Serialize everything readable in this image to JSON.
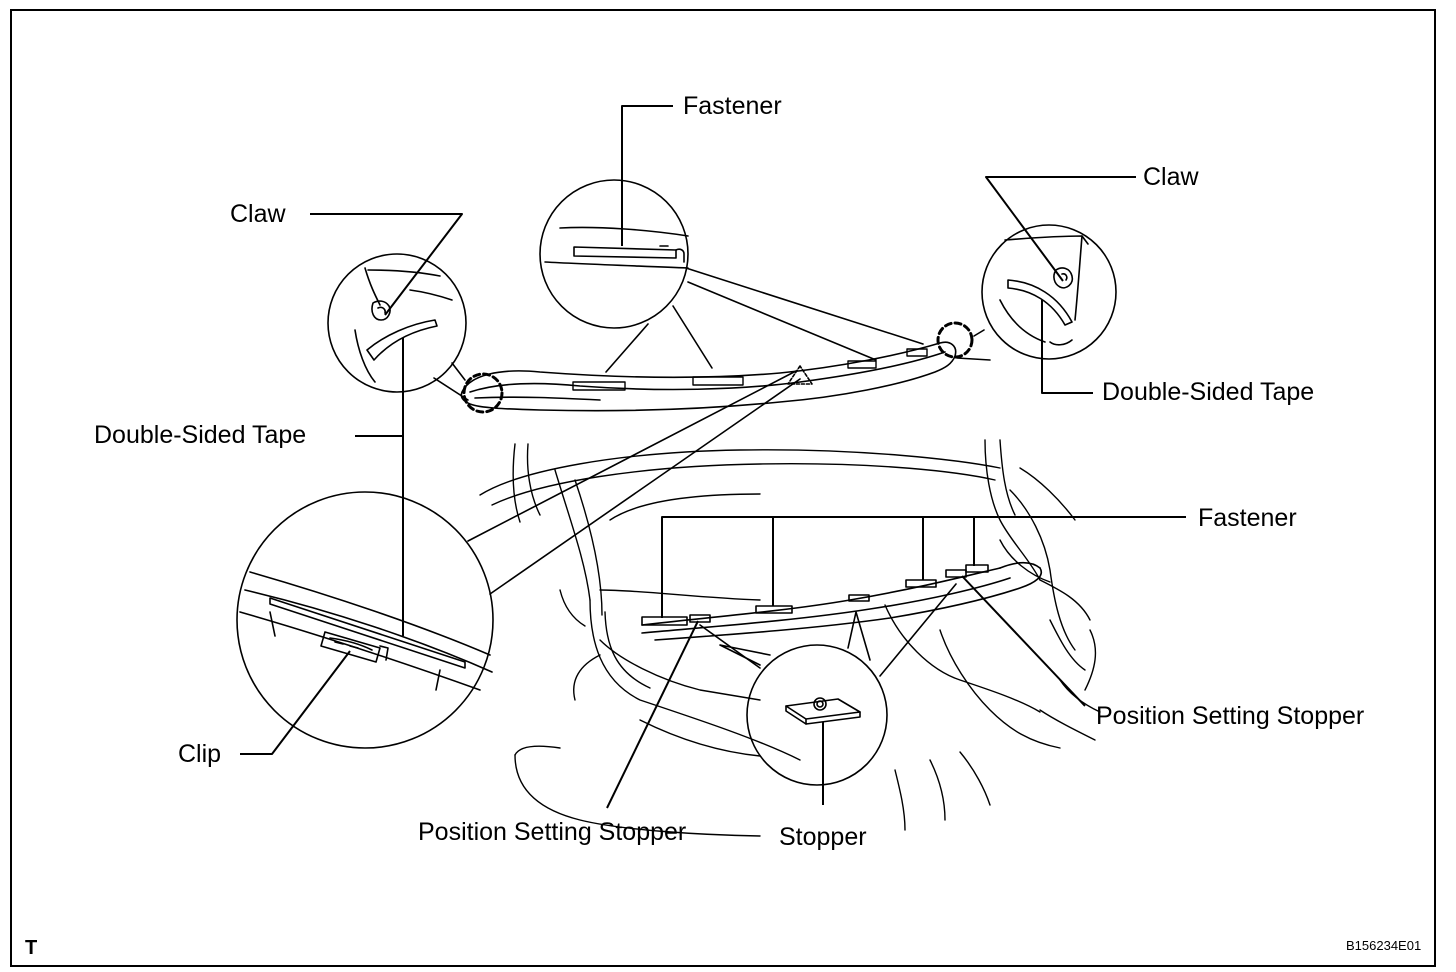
{
  "labels": {
    "fastener_top": "Fastener",
    "claw_left": "Claw",
    "claw_right": "Claw",
    "double_sided_tape_left": "Double-Sided Tape",
    "double_sided_tape_right": "Double-Sided Tape",
    "fastener_right": "Fastener",
    "clip": "Clip",
    "position_setting_stopper_right": "Position Setting Stopper",
    "position_setting_stopper_bottom": "Position Setting Stopper",
    "stopper": "Stopper"
  },
  "footer": {
    "corner_mark": "T",
    "figure_code": "B156234E01"
  }
}
